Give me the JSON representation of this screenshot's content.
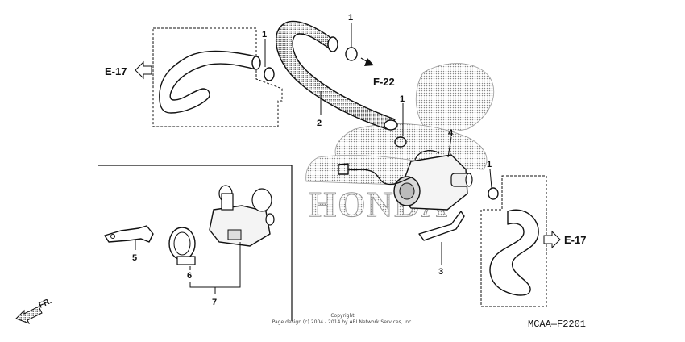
{
  "callouts": {
    "c1a": "1",
    "c1b": "1",
    "c1c": "1",
    "c1d": "1",
    "c2": "2",
    "c3": "3",
    "c4": "4",
    "c5": "5",
    "c6": "6",
    "c7": "7"
  },
  "references": {
    "e17_left": "E-17",
    "f22": "F-22",
    "e17_right": "E-17"
  },
  "footer": {
    "copyright_line1": "Copyright",
    "copyright_line2": "Page design (c) 2004 - 2014 by ARI Network Services, Inc.",
    "diagram_code": "MCAA—F2201",
    "direction_label": "FR."
  },
  "watermark": {
    "brand_text": "HONDA"
  },
  "icons": {
    "arrow_left": "hollow-arrow-left-icon",
    "arrow_right": "hollow-arrow-right-icon",
    "arrow_small": "arrow-right-icon",
    "front": "front-arrow-icon"
  }
}
